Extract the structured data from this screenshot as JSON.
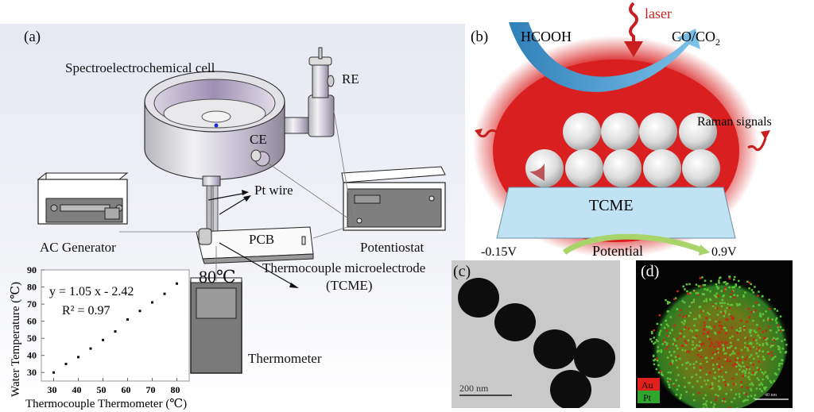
{
  "panel_a": {
    "label": "(a)",
    "cell_label": "Spectroelectrochemical cell",
    "re_label": "RE",
    "ce_label": "CE",
    "pt_wire_label": "Pt wire",
    "ac_generator_label": "AC  Generator",
    "pcb_label": "PCB",
    "potentiostat_label": "Potentiostat",
    "tcme_label_line1": "Thermocouple microelectrode",
    "tcme_label_line2": "(TCME)",
    "thermometer_label": "Thermometer",
    "thermometer_display": "80℃"
  },
  "panel_b": {
    "label": "(b)",
    "reactant": "HCOOH",
    "product": "CO/CO",
    "product_subscript": "2",
    "laser_label": "laser",
    "raman_label": "Raman signals",
    "substrate_label": "TCME",
    "potential_label": "Potential",
    "potential_start": "-0.15V",
    "potential_end": "0.9V",
    "colors": {
      "hotspot": "#d91f1f",
      "arrow_blue": "#4a9fd4",
      "substrate": "#bfe3f3",
      "potential_arrow": "#a8d46a"
    }
  },
  "panel_c": {
    "label": "(c)",
    "scale_bar": "200  nm"
  },
  "panel_d": {
    "label": "(d)",
    "legend": [
      "Au",
      "Pt"
    ],
    "scale_bar": "40 nm",
    "colors": {
      "Au": "#e0201b",
      "Pt": "#2fa52f"
    }
  },
  "chart_data": {
    "type": "scatter",
    "title": "",
    "xlabel": "Thermocouple Thermometer (℃)",
    "ylabel": "Water Temperature (℃)",
    "x": [
      30,
      35,
      40,
      45,
      50,
      55,
      60,
      65,
      70,
      75,
      80
    ],
    "y": [
      30,
      35,
      39,
      44,
      49,
      54,
      61,
      66,
      71,
      76,
      82
    ],
    "xlim": [
      25,
      85
    ],
    "ylim": [
      25,
      90
    ],
    "xticks": [
      30,
      40,
      50,
      60,
      70,
      80
    ],
    "yticks": [
      30,
      40,
      50,
      60,
      70,
      80,
      90
    ],
    "annotations": [
      "y = 1.05 x - 2.42",
      "R² = 0.97"
    ],
    "grid": false
  }
}
